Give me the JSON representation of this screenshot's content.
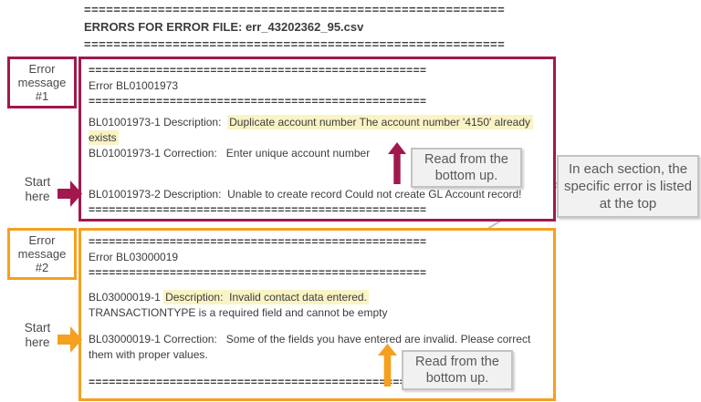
{
  "colors": {
    "maroon": "#A1184E",
    "orange": "#F5A01E",
    "highlight": "#FAF3C5",
    "text": "#3C3C3C",
    "gray_text": "#595959",
    "gray_border": "#C3C3C3",
    "gray_fill": "#F1F1F1",
    "connector": "#BFBFBF"
  },
  "header": {
    "equals": "=========================================================",
    "title": "ERRORS FOR ERROR FILE: err_43202362_95.csv"
  },
  "annotations": {
    "label1": "Error message #1",
    "label2": "Error message #2",
    "start_here": "Start here",
    "read_bottom_up": "Read from the bottom up.",
    "callout": "In each section, the specific error is listed at the top",
    "start_arrow_icon": "right-block-arrow",
    "read_arrow_icon": "up-block-arrow"
  },
  "sections": [
    {
      "id": "error-1",
      "error_code": "BL01001973",
      "equals": "==================================================",
      "lines": [
        {
          "type": "eq"
        },
        {
          "type": "text",
          "segments": [
            {
              "text": "Error BL01001973"
            }
          ]
        },
        {
          "type": "eq"
        },
        {
          "type": "gap",
          "h": 6
        },
        {
          "type": "text",
          "segments": [
            {
              "text": "BL01001973-1 Description:  "
            },
            {
              "text": "Duplicate account number The account number '4150' already exists",
              "hl": true
            }
          ]
        },
        {
          "type": "text",
          "segments": [
            {
              "text": "BL01001973-1 Correction:   Enter unique account number"
            }
          ]
        },
        {
          "type": "gap",
          "h": 28
        },
        {
          "type": "text",
          "segments": [
            {
              "text": "BL01001973-2 Description:  Unable to create record Could not create GL Account record!"
            }
          ]
        },
        {
          "type": "eq"
        }
      ]
    },
    {
      "id": "error-2",
      "error_code": "BL03000019",
      "equals": "==================================================",
      "lines": [
        {
          "type": "eq"
        },
        {
          "type": "text",
          "segments": [
            {
              "text": "Error BL03000019"
            }
          ]
        },
        {
          "type": "eq"
        },
        {
          "type": "gap",
          "h": 10
        },
        {
          "type": "text",
          "segments": [
            {
              "text": "BL03000019-1 "
            },
            {
              "text": "Description:  Invalid contact data entered.",
              "hl": true
            }
          ]
        },
        {
          "type": "text",
          "segments": [
            {
              "text": "TRANSACTIONTYPE is a required field and cannot be empty"
            }
          ]
        },
        {
          "type": "gap",
          "h": 12
        },
        {
          "type": "text",
          "segments": [
            {
              "text": "BL03000019-1 Correction:   Some of the fields you have entered are invalid. Please correct them with proper values."
            }
          ]
        },
        {
          "type": "gap",
          "h": 13
        },
        {
          "type": "eq"
        }
      ]
    }
  ]
}
